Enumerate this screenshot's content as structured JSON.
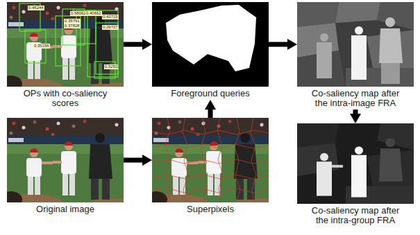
{
  "diagram": {
    "nodes": [
      {
        "text": [
          "OPs with co-saliency scores"
        ]
      },
      {
        "text": [
          "Foreground queries"
        ]
      },
      {
        "text": [
          "Co-saliency map after the intra-image FRA"
        ]
      },
      {
        "text": [
          "Original image"
        ]
      },
      {
        "text": [
          "Superpixels"
        ]
      },
      {
        "text": [
          "Co-saliency map after the intra-group FRA"
        ]
      }
    ],
    "edges": [
      {
        "from": 0,
        "to": 1,
        "arrow": "to"
      },
      {
        "from": 1,
        "to": 2,
        "arrow": "to"
      },
      {
        "from": 3,
        "to": 4,
        "arrow": "to"
      },
      {
        "from": 4,
        "to": 1,
        "arrow": "to"
      },
      {
        "from": 2,
        "to": 5,
        "arrow": "to"
      }
    ],
    "labels": [
      "0.45244",
      "0.58062",
      "0.40662",
      "0.43715",
      "0.35761",
      "0.37828",
      "0.29727",
      "0.35156",
      "0.5253"
    ]
  }
}
